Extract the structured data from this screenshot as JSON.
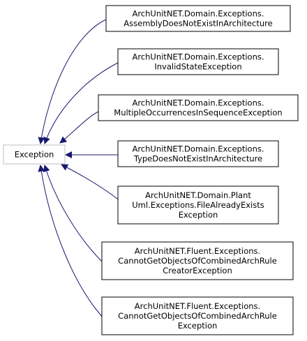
{
  "diagram": {
    "base_class": {
      "label": "Exception",
      "border_color": "#bfbfbf"
    },
    "edge_color": "#191970",
    "node_border_color": "#000000",
    "derived_classes": [
      {
        "id": "assembly-does-not-exist",
        "lines": [
          "ArchUnitNET.Domain.Exceptions.",
          "AssemblyDoesNotExistInArchitecture"
        ]
      },
      {
        "id": "invalid-state",
        "lines": [
          "ArchUnitNET.Domain.Exceptions.",
          "InvalidStateException"
        ]
      },
      {
        "id": "multiple-occurrences",
        "lines": [
          "ArchUnitNET.Domain.Exceptions.",
          "MultipleOccurrencesInSequenceException"
        ]
      },
      {
        "id": "type-does-not-exist",
        "lines": [
          "ArchUnitNET.Domain.Exceptions.",
          "TypeDoesNotExistInArchitecture"
        ]
      },
      {
        "id": "file-already-exists",
        "lines": [
          "ArchUnitNET.Domain.Plant",
          "Uml.Exceptions.FileAlreadyExists",
          "Exception"
        ]
      },
      {
        "id": "cannot-get-objects-creator",
        "lines": [
          "ArchUnitNET.Fluent.Exceptions.",
          "CannotGetObjectsOfCombinedArchRule",
          "CreatorException"
        ]
      },
      {
        "id": "cannot-get-objects",
        "lines": [
          "ArchUnitNET.Fluent.Exceptions.",
          "CannotGetObjectsOfCombinedArchRule",
          "Exception"
        ]
      }
    ]
  }
}
